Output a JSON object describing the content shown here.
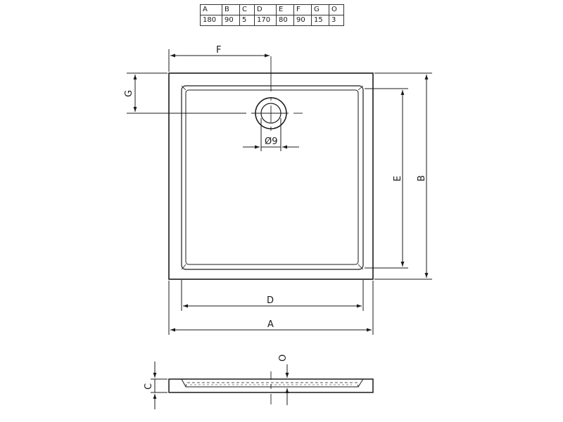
{
  "table": {
    "headers": [
      "A",
      "B",
      "C",
      "D",
      "E",
      "F",
      "G",
      "O"
    ],
    "values": [
      "180",
      "90",
      "5",
      "170",
      "80",
      "90",
      "15",
      "3"
    ]
  },
  "labels": {
    "A": "A",
    "B": "B",
    "C": "C",
    "D": "D",
    "E": "E",
    "F": "F",
    "G": "G",
    "O": "O",
    "drain": "Ø9"
  }
}
